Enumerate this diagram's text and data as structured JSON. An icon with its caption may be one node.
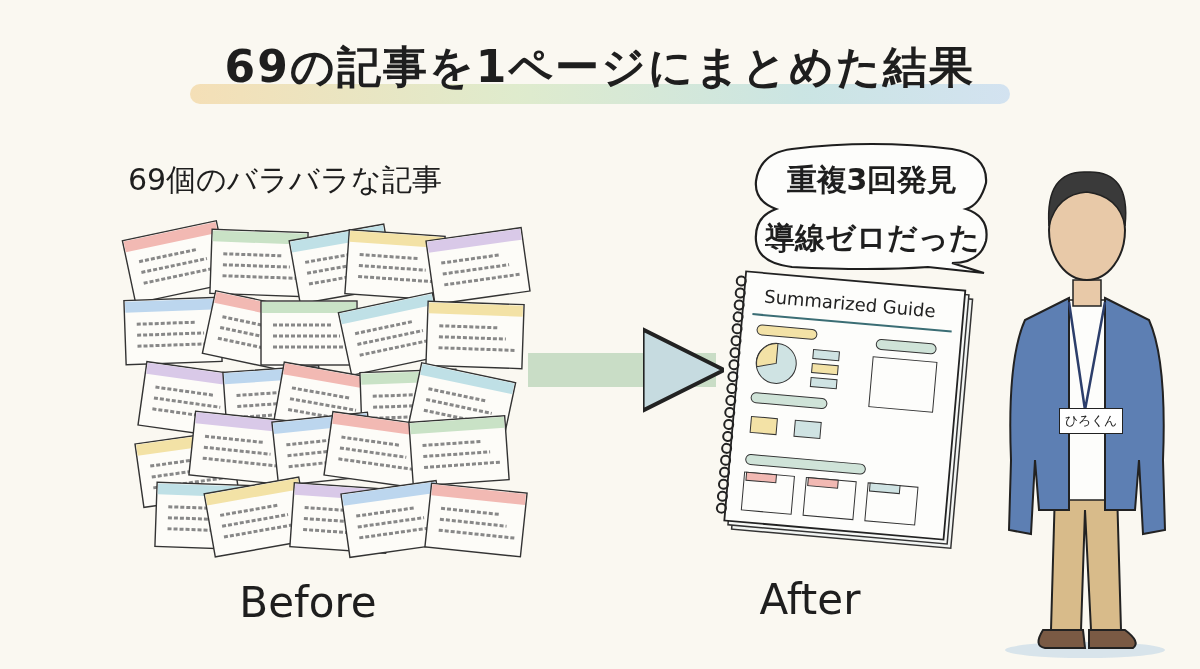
{
  "diagram": {
    "title": "69の記事を1ページにまとめた結果",
    "nodes": [
      {
        "text": [
          "69個のバラバラな記事",
          "Before"
        ]
      },
      {
        "text": [
          "Summarized Guide",
          "After"
        ]
      },
      {
        "text": [
          "重複3回発見導線ゼロだった"
        ]
      },
      {
        "text": [
          "ひろくん"
        ]
      }
    ],
    "edges": [
      {
        "from": 0,
        "to": 1,
        "arrow": "to"
      }
    ]
  }
}
